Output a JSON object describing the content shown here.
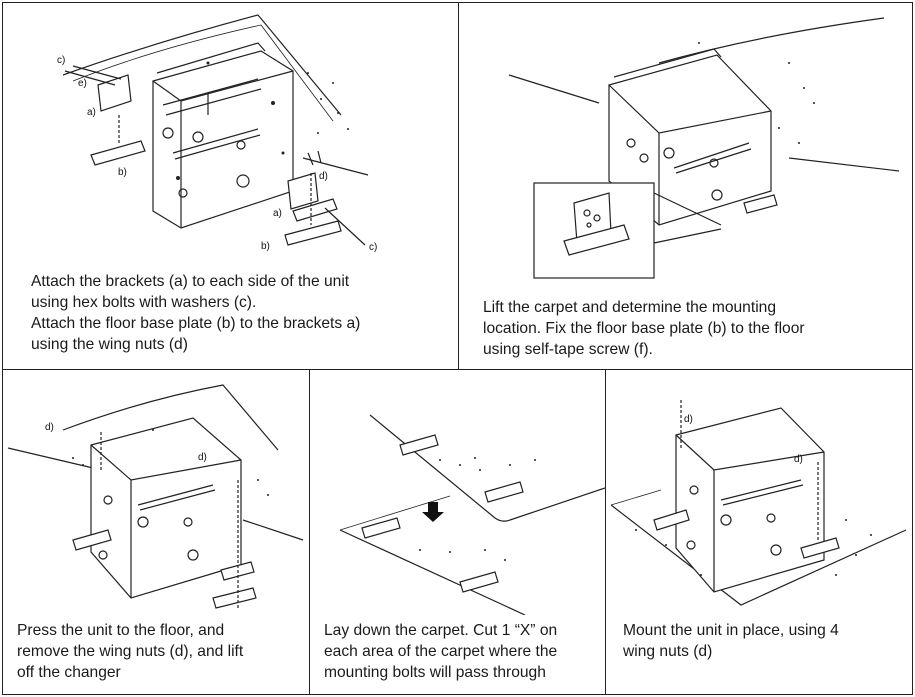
{
  "panels": [
    {
      "caption": [
        "Attach the brackets (a) to each side of the unit",
        "using hex bolts with washers (c).",
        "Attach the floor base plate (b) to the brackets a)",
        "using the wing nuts (d)"
      ],
      "labels": {
        "c1": "c)",
        "e": "e)",
        "a1": "a)",
        "b1": "b)",
        "d1": "d)",
        "a2": "a)",
        "b2": "b)",
        "c2": "c)"
      }
    },
    {
      "caption": [
        "Lift the carpet and determine the mounting",
        "location.  Fix the floor base plate (b) to the floor",
        "using self-tape screw (f)."
      ]
    },
    {
      "caption": [
        "Press the unit to the floor, and",
        "remove the wing nuts (d), and lift",
        "off the changer"
      ],
      "labels": {
        "d1": "d)",
        "d2": "d)"
      }
    },
    {
      "caption": [
        "Lay down the carpet.  Cut 1 “X” on",
        "each area of the carpet where the",
        "mounting bolts will pass through"
      ]
    },
    {
      "caption": [
        "Mount the unit in place, using 4",
        "wing nuts (d)"
      ],
      "labels": {
        "d1": "d)",
        "d2": "d)"
      }
    }
  ]
}
